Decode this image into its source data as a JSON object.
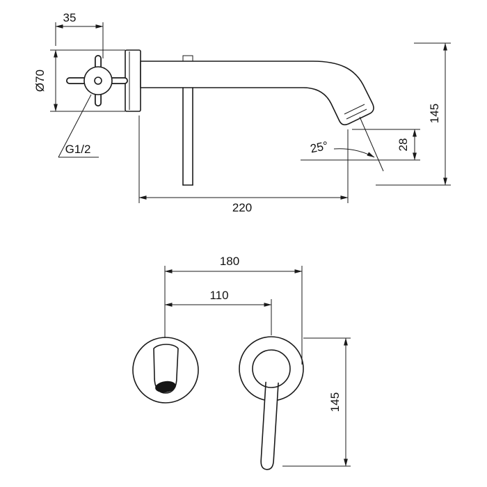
{
  "drawing": {
    "side_view": {
      "dim_handle_offset": "35",
      "dim_plate_diameter": "Ø70",
      "thread_label": "G1/2",
      "dim_outlet_angle": "25°",
      "dim_outlet_drop": "28",
      "dim_total_height": "145",
      "dim_spout_reach": "220"
    },
    "front_view": {
      "dim_overall_width": "180",
      "dim_centers_spacing": "110",
      "dim_lever_height": "145"
    }
  }
}
